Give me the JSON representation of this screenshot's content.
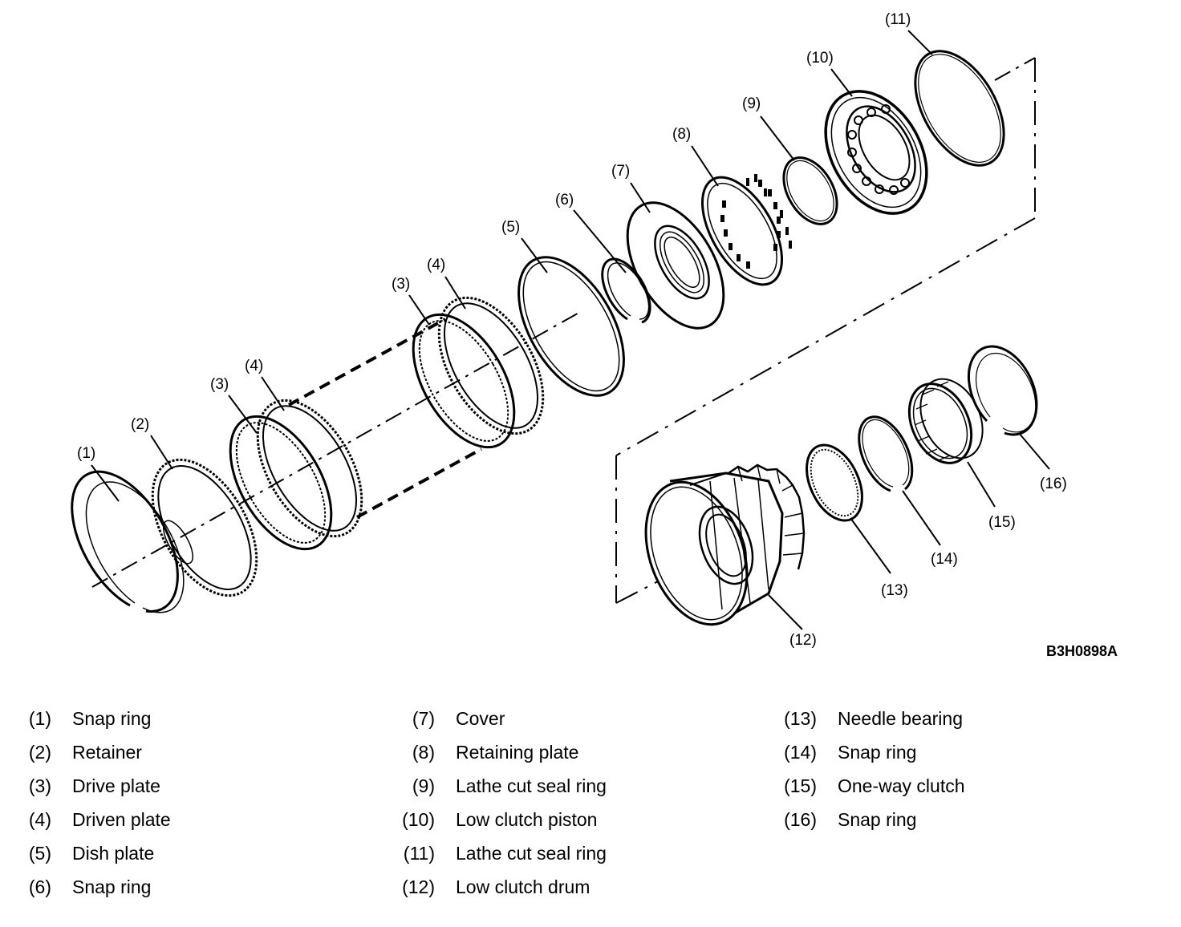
{
  "diagram": {
    "figure_code": "B3H0898A",
    "callouts": [
      "(1)",
      "(2)",
      "(3)",
      "(4)",
      "(3)",
      "(4)",
      "(5)",
      "(6)",
      "(7)",
      "(8)",
      "(9)",
      "(10)",
      "(11)",
      "(12)",
      "(13)",
      "(14)",
      "(15)",
      "(16)"
    ]
  },
  "legend": {
    "col1": [
      {
        "num": "(1)",
        "name": "Snap ring"
      },
      {
        "num": "(2)",
        "name": "Retainer"
      },
      {
        "num": "(3)",
        "name": "Drive plate"
      },
      {
        "num": "(4)",
        "name": "Driven plate"
      },
      {
        "num": "(5)",
        "name": "Dish plate"
      },
      {
        "num": "(6)",
        "name": "Snap ring"
      }
    ],
    "col2": [
      {
        "num": "(7)",
        "name": "Cover"
      },
      {
        "num": "(8)",
        "name": "Retaining plate"
      },
      {
        "num": "(9)",
        "name": "Lathe cut seal ring"
      },
      {
        "num": "(10)",
        "name": "Low clutch piston"
      },
      {
        "num": "(11)",
        "name": "Lathe cut seal ring"
      },
      {
        "num": "(12)",
        "name": "Low clutch drum"
      }
    ],
    "col3": [
      {
        "num": "(13)",
        "name": "Needle bearing"
      },
      {
        "num": "(14)",
        "name": "Snap ring"
      },
      {
        "num": "(15)",
        "name": "One-way clutch"
      },
      {
        "num": "(16)",
        "name": "Snap ring"
      }
    ]
  }
}
